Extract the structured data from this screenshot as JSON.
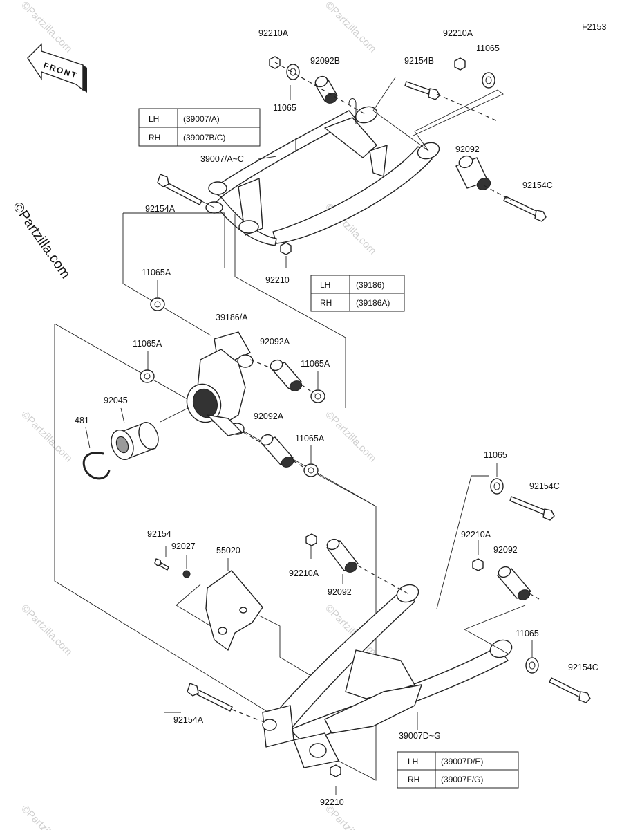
{
  "figure_code": "F2153",
  "front_arrow_label": "FRONT",
  "watermark": "©Partzilla.com",
  "upper_arm": {
    "assembly_label": "39007/A~C",
    "table": [
      {
        "side": "LH",
        "part": "(39007/A)"
      },
      {
        "side": "RH",
        "part": "(39007B/C)"
      }
    ],
    "labels": {
      "nut_left": "92210A",
      "washer_left": "11065",
      "bushing_left": "92092B",
      "bolt_left": "92154B",
      "nut_right": "92210A",
      "washer_right": "11065",
      "bushing_right": "92092",
      "bolt_right": "92154C",
      "bolt_front": "92154A",
      "nut_front": "92210"
    }
  },
  "knuckle": {
    "assembly_label": "39186/A",
    "table": [
      {
        "side": "LH",
        "part": "(39186)"
      },
      {
        "side": "RH",
        "part": "(39186A)"
      }
    ],
    "labels": {
      "washer_top": "11065A",
      "washer_mid": "11065A",
      "bushing_top": "92092A",
      "washer_top_right": "11065A",
      "bushing_bottom": "92092A",
      "washer_bottom_right": "11065A",
      "bearing": "92045",
      "circlip": "481"
    }
  },
  "guard": {
    "bolt": "92154",
    "washer": "92027",
    "plate": "55020"
  },
  "lower_arm": {
    "assembly_label": "39007D~G",
    "table": [
      {
        "side": "LH",
        "part": "(39007D/E)"
      },
      {
        "side": "RH",
        "part": "(39007F/G)"
      }
    ],
    "labels": {
      "washer_top": "11065",
      "bolt_top": "92154C",
      "nut_mid": "92210A",
      "bushing_mid": "92092",
      "nut_left": "92210A",
      "bushing_left": "92092",
      "washer_right": "11065",
      "bolt_right": "92154C",
      "bolt_front": "92154A",
      "nut_bottom": "92210"
    }
  }
}
